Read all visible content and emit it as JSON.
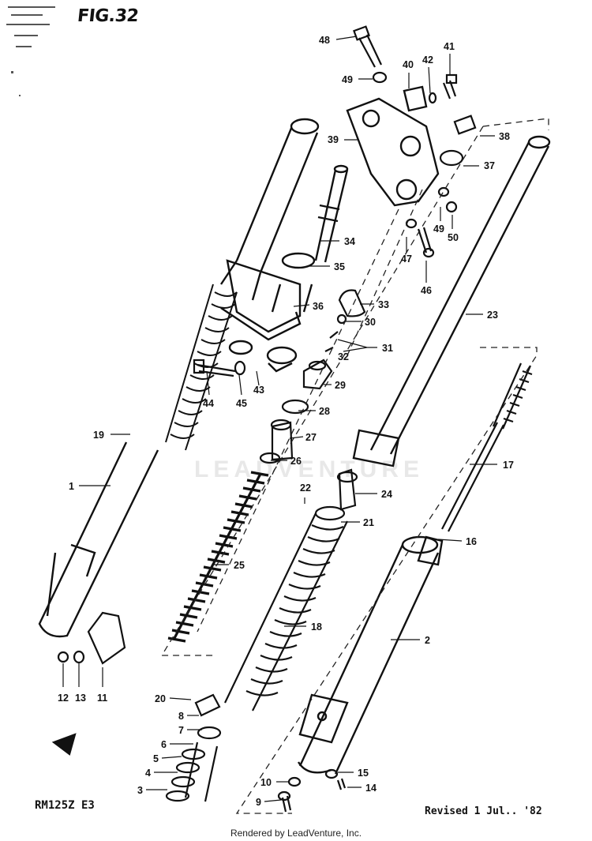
{
  "figure_label": "FIG.32",
  "model_code": "RM125Z E3",
  "revision": "Revised 1 Jul.. '82",
  "footer": "Rendered by LeadVenture, Inc.",
  "watermark": "LEADVENTURE",
  "colors": {
    "ink": "#111111",
    "paper": "#ffffff",
    "watermark": "#e8e8e8"
  },
  "part_numbers": [
    "48",
    "49",
    "40",
    "42",
    "41",
    "39",
    "38",
    "37",
    "49",
    "50",
    "47",
    "46",
    "34",
    "35",
    "36",
    "33",
    "30",
    "31",
    "32",
    "23",
    "43",
    "44",
    "45",
    "29",
    "28",
    "27",
    "26",
    "19",
    "1",
    "22",
    "24",
    "21",
    "17",
    "16",
    "25",
    "18",
    "2",
    "12",
    "13",
    "11",
    "20",
    "8",
    "7",
    "6",
    "5",
    "4",
    "3",
    "10",
    "9",
    "15",
    "14"
  ]
}
